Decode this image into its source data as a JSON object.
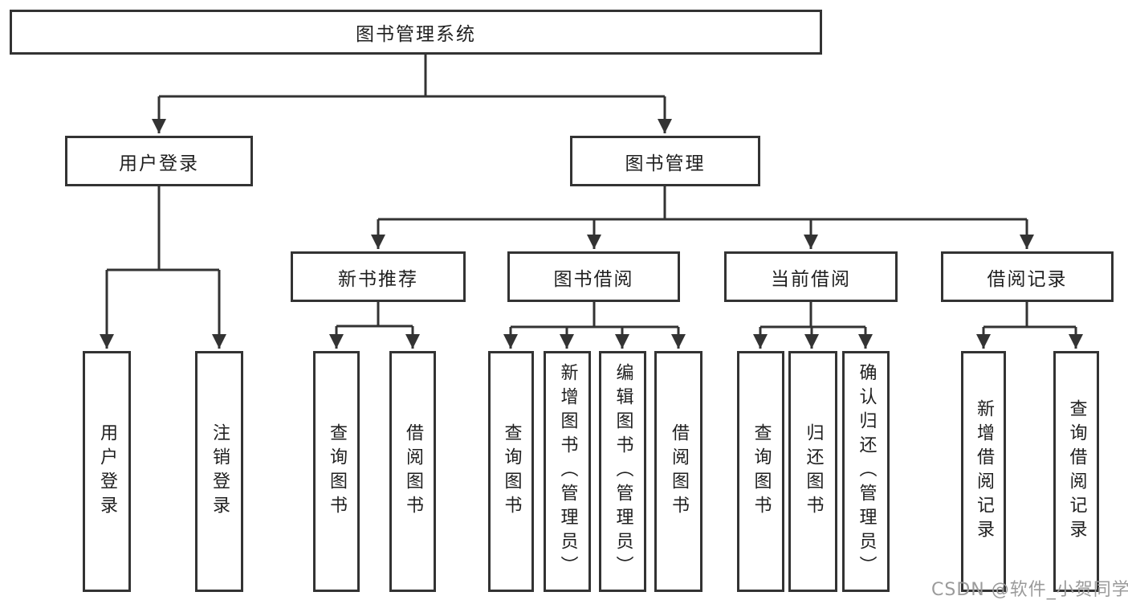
{
  "colors": {
    "line": "#333333",
    "box_border": "#333333",
    "text": "#1f1f1f",
    "watermark": "#9b9b9b",
    "background": "#ffffff"
  },
  "watermark": {
    "text": "CSDN @软件_小贺同学"
  },
  "tree": {
    "root": {
      "label": "图书管理系统",
      "children": [
        {
          "label": "用户登录",
          "children": [
            {
              "label": "用户登录"
            },
            {
              "label": "注销登录"
            }
          ]
        },
        {
          "label": "图书管理",
          "children": [
            {
              "label": "新书推荐",
              "children": [
                {
                  "label": "查询图书"
                },
                {
                  "label": "借阅图书"
                }
              ]
            },
            {
              "label": "图书借阅",
              "children": [
                {
                  "label": "查询图书"
                },
                {
                  "label": "新增图书（管理员）"
                },
                {
                  "label": "编辑图书（管理员）"
                },
                {
                  "label": "借阅图书"
                }
              ]
            },
            {
              "label": "当前借阅",
              "children": [
                {
                  "label": "查询图书"
                },
                {
                  "label": "归还图书"
                },
                {
                  "label": "确认归还（管理员）"
                }
              ]
            },
            {
              "label": "借阅记录",
              "children": [
                {
                  "label": "新增借阅记录"
                },
                {
                  "label": "查询借阅记录"
                }
              ]
            }
          ]
        }
      ]
    }
  }
}
